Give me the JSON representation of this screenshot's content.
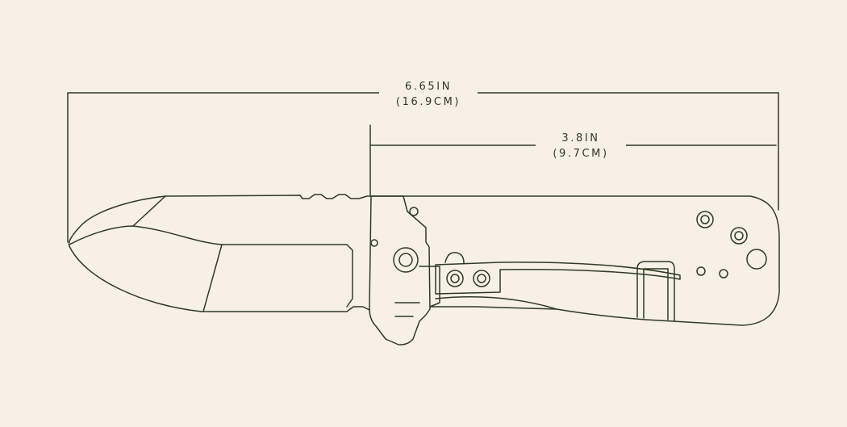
{
  "colors": {
    "background": "#f7f0e6",
    "ink": "#2f3a24"
  },
  "dimensions": {
    "overall": {
      "imperial": "6.65IN",
      "metric": "(16.9CM)"
    },
    "handle": {
      "imperial": "3.8IN",
      "metric": "(9.7CM)"
    }
  },
  "icons": {
    "knife": "folding-knife-line-drawing"
  }
}
